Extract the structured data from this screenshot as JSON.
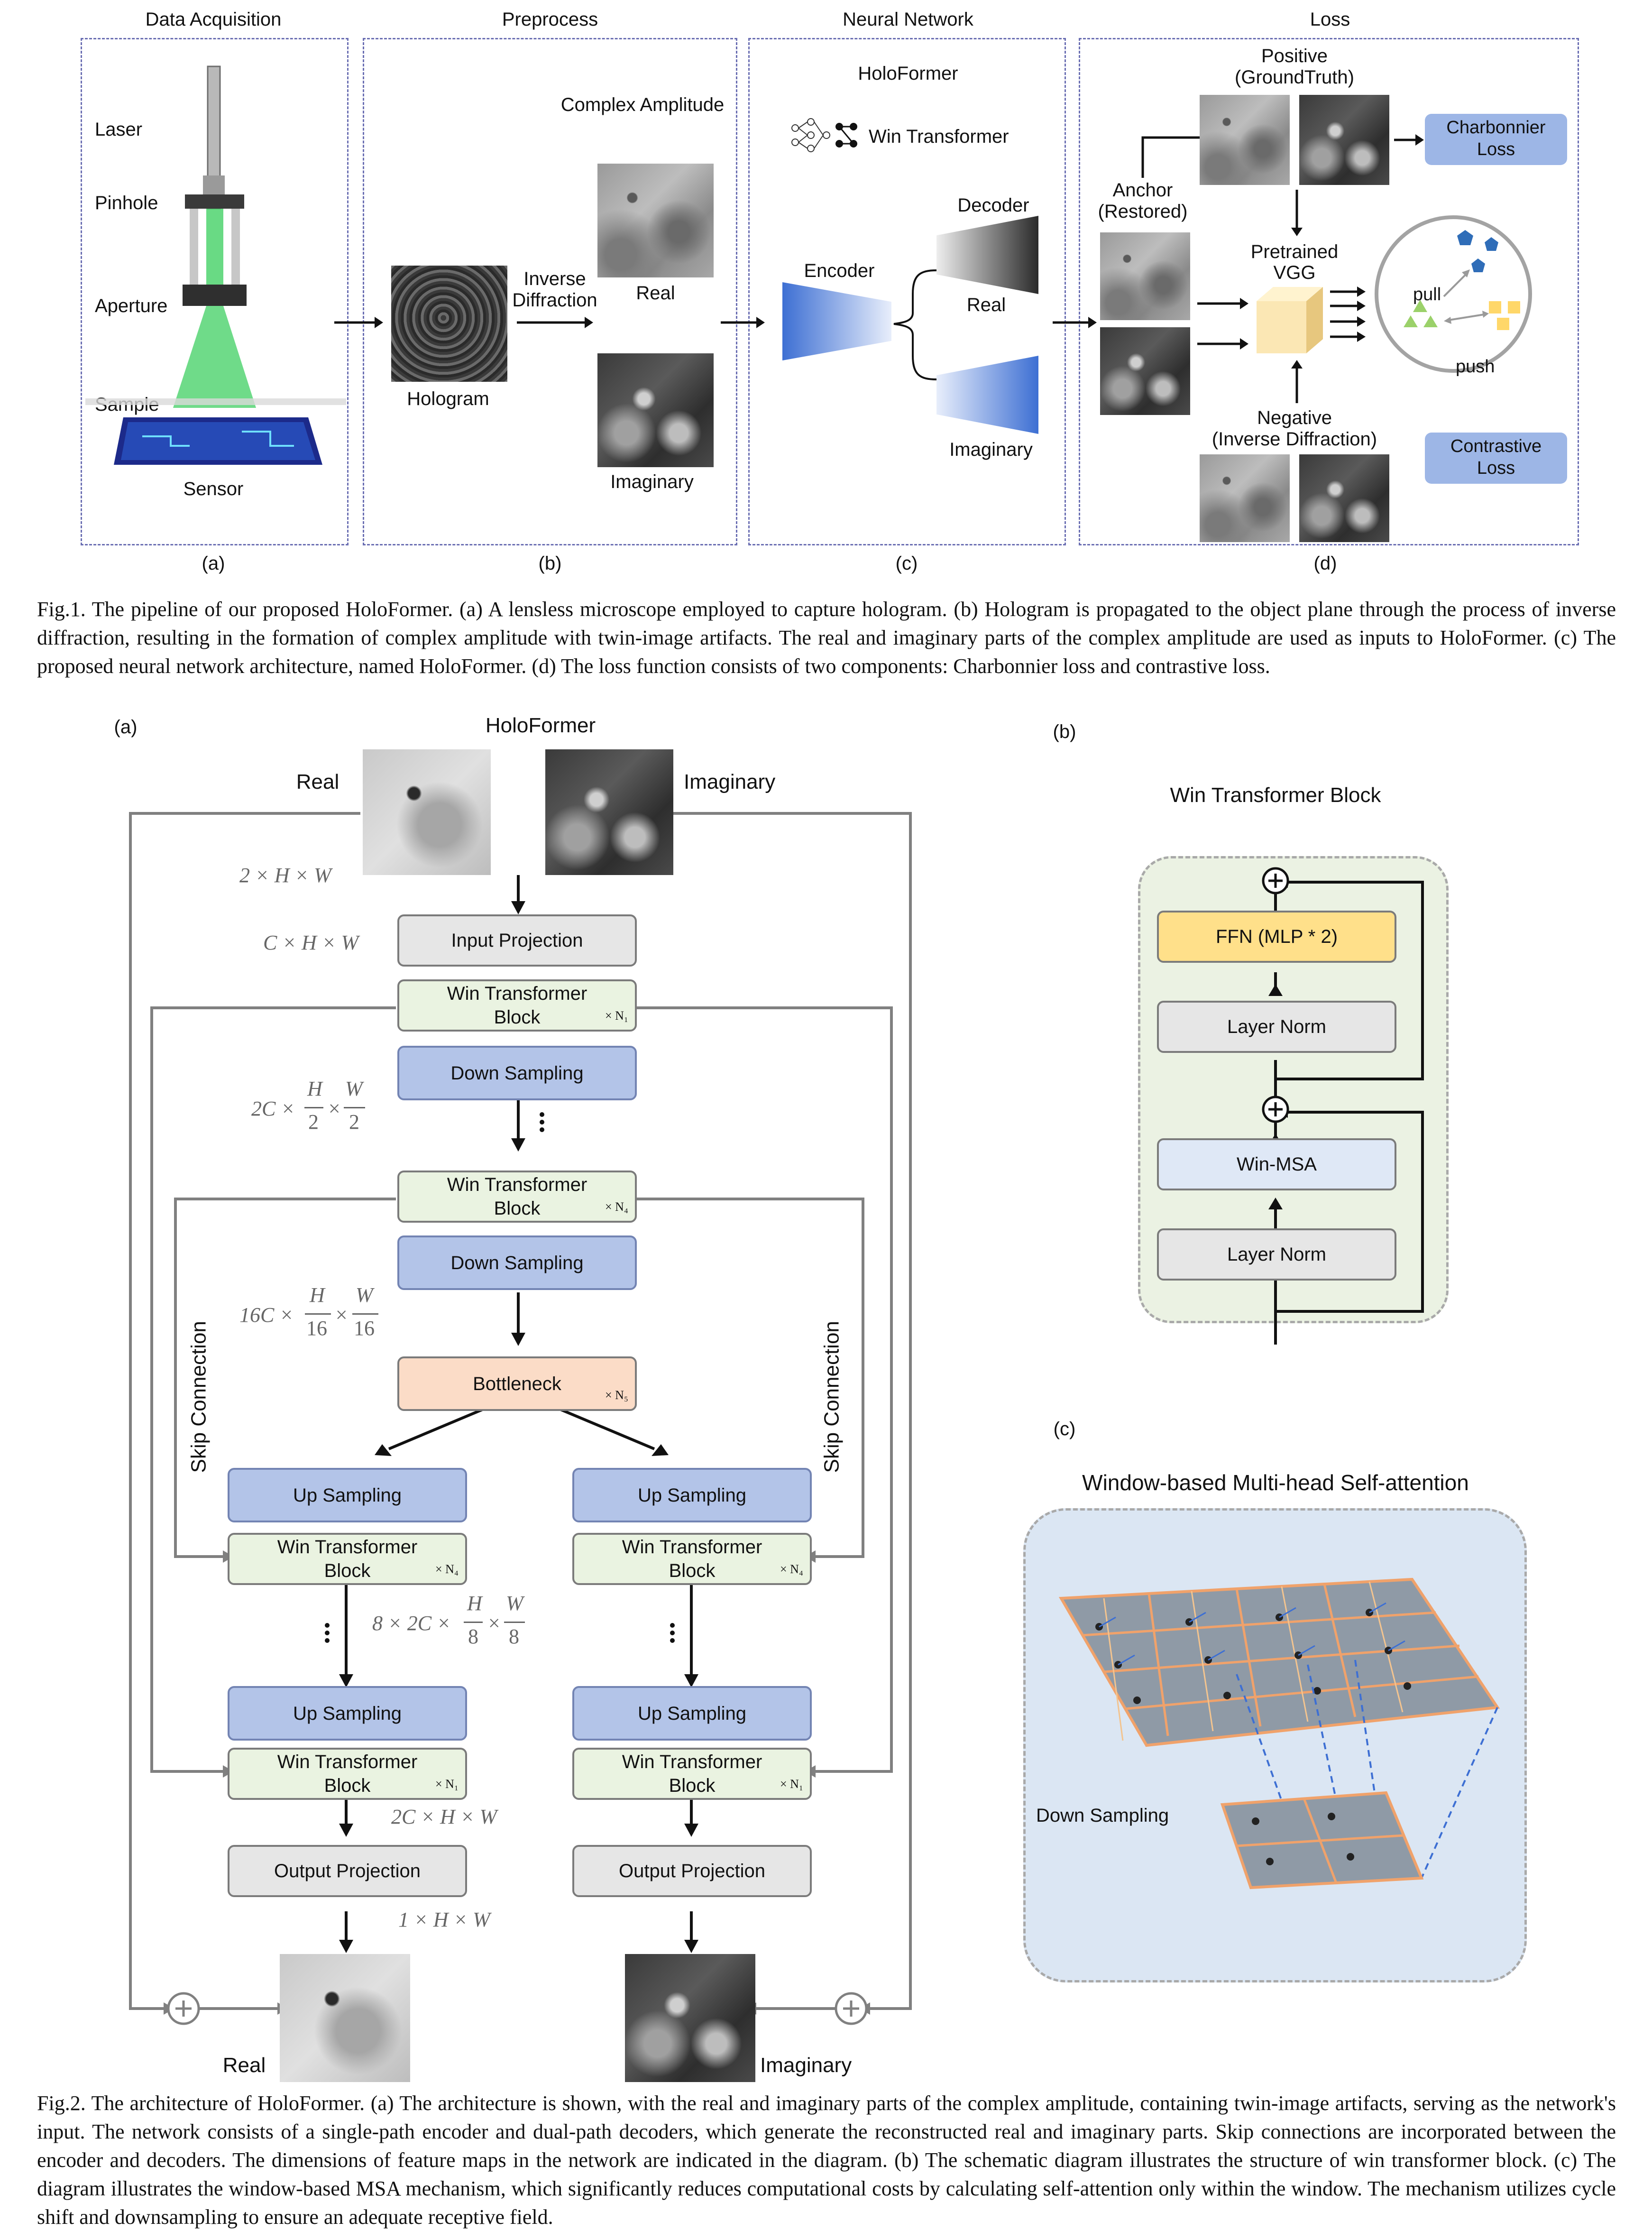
{
  "fig1": {
    "headers": [
      "Data Acquisition",
      "Preprocess",
      "Neural Network",
      "Loss"
    ],
    "subpanels": [
      "(a)",
      "(b)",
      "(c)",
      "(d)"
    ],
    "acq": {
      "laser": "Laser",
      "pinhole": "Pinhole",
      "aperture": "Aperture",
      "sample": "Sample",
      "sensor": "Sensor"
    },
    "pre": {
      "complex_amplitude": "Complex Amplitude",
      "inverse": "Inverse",
      "diffraction": "Diffraction",
      "hologram": "Hologram",
      "real": "Real",
      "imaginary": "Imaginary"
    },
    "nn": {
      "title": "HoloFormer",
      "win_transformer": "Win Transformer",
      "encoder": "Encoder",
      "decoder": "Decoder",
      "real": "Real",
      "imaginary": "Imaginary"
    },
    "loss": {
      "positive": "Positive",
      "groundtruth": "(GroundTruth)",
      "anchor": "Anchor",
      "restored": "(Restored)",
      "pretrained": "Pretrained",
      "vgg": "VGG",
      "negative": "Negative",
      "inverse_diffraction": "(Inverse Diffraction)",
      "charbonnier": "Charbonnier",
      "charbonnier_loss": "Loss",
      "contrastive": "Contrastive",
      "contrastive_loss": "Loss",
      "pull": "pull",
      "push": "push"
    },
    "caption": "Fig.1. The pipeline of our proposed HoloFormer. (a) A lensless microscope employed to capture hologram. (b) Hologram is propagated to the object plane through the process of inverse diffraction, resulting in the formation of complex amplitude with twin-image artifacts. The real and imaginary parts of the complex amplitude are used as inputs to HoloFormer. (c) The proposed neural network architecture, named HoloFormer. (d) The loss function consists of two components: Charbonnier loss and contrastive loss."
  },
  "fig2": {
    "a": {
      "label": "(a)",
      "title": "HoloFormer",
      "real": "Real",
      "imaginary": "Imaginary",
      "dim1": "2 × H × W",
      "dim2": "C × H × W",
      "dim3_pre": "2C ×",
      "dim3_num1": "H",
      "dim3_den1": "2",
      "dim3_num2": "W",
      "dim3_den2": "2",
      "dim4_pre": "16C ×",
      "dim4_num1": "H",
      "dim4_den1": "16",
      "dim4_num2": "W",
      "dim4_den2": "16",
      "dim5_pre": "8 × 2C ×",
      "dim5_num1": "H",
      "dim5_den1": "8",
      "dim5_num2": "W",
      "dim5_den2": "8",
      "dim6": "2C × H × W",
      "dim7": "1 × H × W",
      "input_projection": "Input Projection",
      "win_transformer": "Win Transformer",
      "block": "Block",
      "down_sampling": "Down Sampling",
      "bottleneck": "Bottleneck",
      "up_sampling": "Up Sampling",
      "output_projection": "Output Projection",
      "skip_connection": "Skip Connection",
      "n1": "× N₁",
      "n4": "× N₄",
      "n5": "× N₅",
      "out_real": "Real",
      "out_imaginary": "Imaginary"
    },
    "b": {
      "label": "(b)",
      "title": "Win Transformer Block",
      "ffn": "FFN (MLP * 2)",
      "layer_norm": "Layer Norm",
      "win_msa": "Win-MSA"
    },
    "c": {
      "label": "(c)",
      "title": "Window-based Multi-head Self-attention",
      "down_sampling": "Down Sampling"
    },
    "caption": "Fig.2. The architecture of HoloFormer. (a) The architecture is shown, with the real and imaginary parts of the complex amplitude, containing twin-image artifacts, serving as the network's input. The network consists of a single-path encoder and dual-path decoders, which generate the reconstructed real and imaginary parts. Skip connections are incorporated between the encoder and decoders. The dimensions of feature maps in the network are indicated in the diagram. (b) The schematic diagram illustrates the structure of win transformer block. (c) The diagram illustrates the window-based MSA mechanism, which significantly reduces computational costs by calculating self-attention only within the window. The mechanism utilizes cycle shift and downsampling to ensure an adequate receptive field."
  }
}
